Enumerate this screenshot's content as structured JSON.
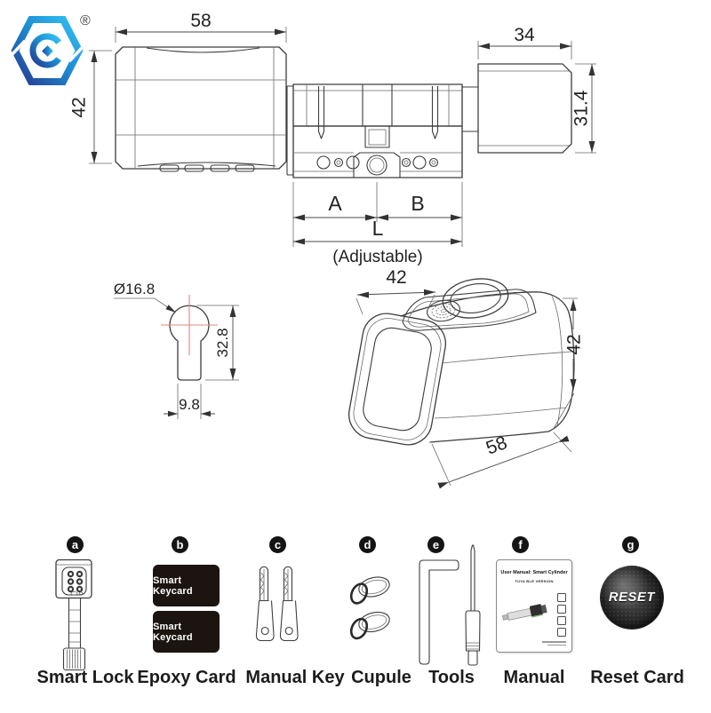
{
  "logo": {
    "registered_mark": "®",
    "gradient": [
      "#253a8f",
      "#1e8fd5",
      "#35c3f2"
    ]
  },
  "top_view": {
    "dim_width": "58",
    "dim_height": "42",
    "dim_knob_width": "34",
    "dim_knob_height": "31.4",
    "dim_a": "A",
    "dim_b": "B",
    "dim_total": "L",
    "note": "(Adjustable)"
  },
  "profile_view": {
    "dim_diameter": "Ø16.8",
    "dim_height": "32.8",
    "dim_width": "9.8"
  },
  "iso_view": {
    "dim_top_width": "42",
    "dim_height": "42",
    "dim_length": "58"
  },
  "kit": {
    "items": [
      {
        "badge": "a",
        "label": "Smart Lock"
      },
      {
        "badge": "b",
        "label": "Epoxy Card",
        "card_text": "Smart Keycard"
      },
      {
        "badge": "c",
        "label": "Manual Key"
      },
      {
        "badge": "d",
        "label": "Cupule"
      },
      {
        "badge": "e",
        "label": "Tools"
      },
      {
        "badge": "f",
        "label": "Manual",
        "manual_title": "User Manual: Smart Cylinder",
        "manual_subtitle": "TUYA BLE VERSION"
      },
      {
        "badge": "g",
        "label": "Reset Card",
        "disc_text": "RESET"
      }
    ]
  }
}
